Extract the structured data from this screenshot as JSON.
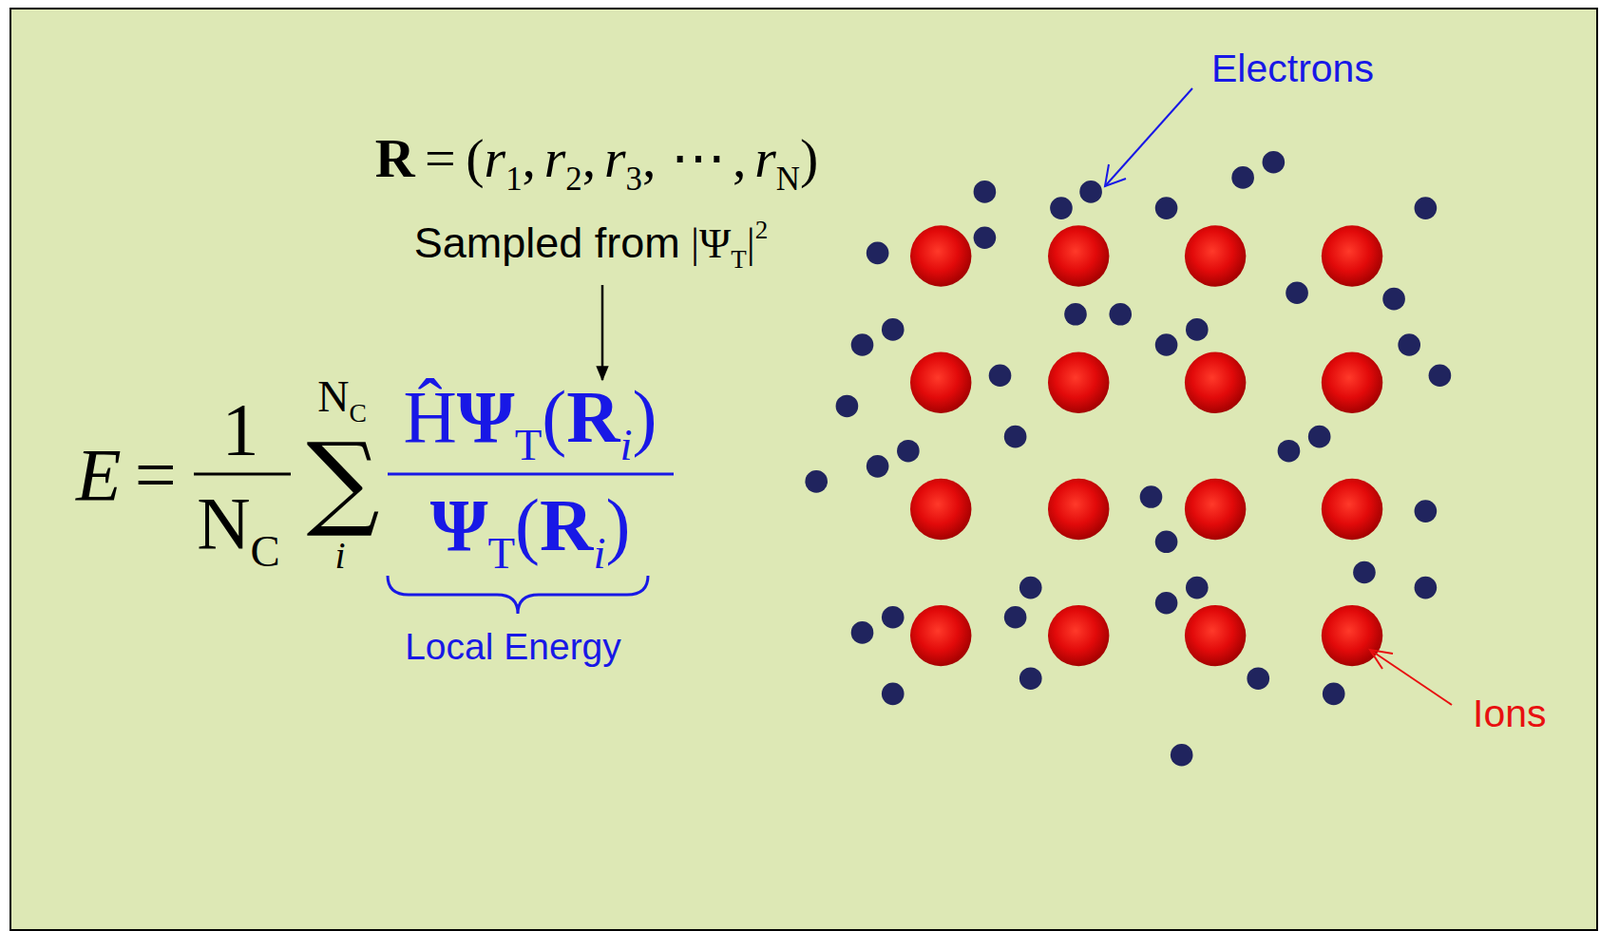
{
  "diagram": {
    "labels": [
      "Electrons",
      "R",
      "=",
      "(",
      "r",
      "1",
      ",",
      "r",
      "2",
      ",",
      "r",
      "3",
      ",",
      "⋯",
      ",",
      "r",
      "N",
      ")",
      "Sampled from",
      "|",
      "Ψ",
      "T",
      "|",
      "2",
      "E",
      "=",
      "1",
      "N",
      "C",
      "N",
      "C",
      "∑",
      "i",
      "Ĥ",
      "Ψ",
      "T",
      "(",
      "R",
      "i",
      ")",
      "Ψ",
      "T",
      "(",
      "R",
      "i",
      ")",
      "Local Energy",
      "Ions"
    ]
  }
}
